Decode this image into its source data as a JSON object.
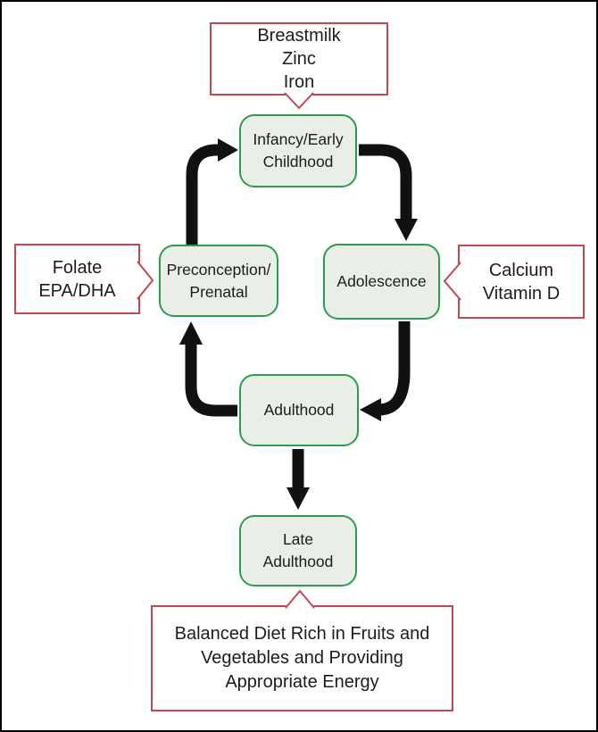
{
  "colors": {
    "background": "#ffffff",
    "frame_border": "#000000",
    "node_fill": "#e9efe6",
    "node_border": "#2d9c4f",
    "callout_border": "#c14953",
    "arrow": "#111111",
    "text": "#1c1c1e"
  },
  "diagram": {
    "nodes": {
      "infancy": {
        "label": "Infancy/Early\nChildhood"
      },
      "preconception": {
        "label": "Preconception/\nPrenatal"
      },
      "adolescence": {
        "label": "Adolescence"
      },
      "adulthood": {
        "label": "Adulthood"
      },
      "late_adulthood": {
        "label": "Late\nAdulthood"
      }
    },
    "callouts": {
      "top": {
        "label": "Breastmilk\nZinc\nIron",
        "target": "infancy"
      },
      "left": {
        "label": "Folate\nEPA/DHA",
        "target": "preconception"
      },
      "right": {
        "label": "Calcium\nVitamin D",
        "target": "adolescence"
      },
      "bottom": {
        "label": "Balanced Diet Rich in Fruits and\nVegetables and Providing\nAppropriate Energy",
        "target": "late_adulthood"
      }
    },
    "edges": [
      {
        "from": "preconception",
        "to": "infancy"
      },
      {
        "from": "infancy",
        "to": "adolescence"
      },
      {
        "from": "adolescence",
        "to": "adulthood"
      },
      {
        "from": "adulthood",
        "to": "preconception"
      },
      {
        "from": "adulthood",
        "to": "late_adulthood"
      }
    ]
  }
}
